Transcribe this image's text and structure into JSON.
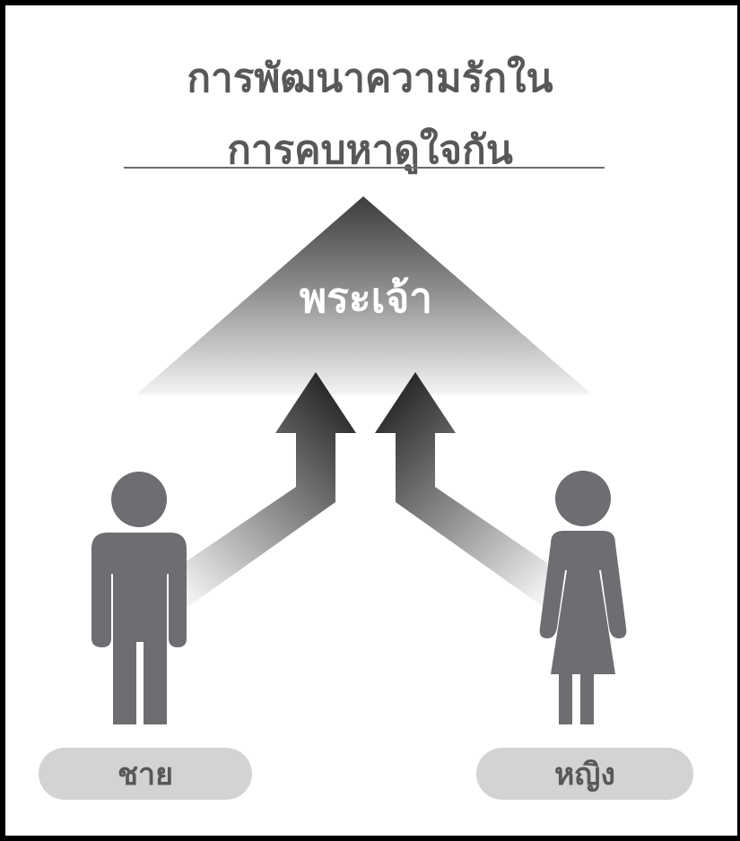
{
  "title": {
    "line1": "การพัฒนาความรักใน",
    "line2": "การคบหาดูใจกัน"
  },
  "apex": {
    "label": "พระเจ้า"
  },
  "figures": {
    "man_label": "ชาย",
    "woman_label": "หญิง"
  },
  "icons": [
    "man-figure-icon",
    "woman-figure-icon",
    "up-arrow-left-icon",
    "up-arrow-right-icon",
    "triangle-apex-icon"
  ],
  "colors": {
    "text": "#58585a",
    "figure": "#6d6e71",
    "pill": "#d3d3d4",
    "triangle_dark": "#3c3c3e",
    "border": "#000000"
  }
}
